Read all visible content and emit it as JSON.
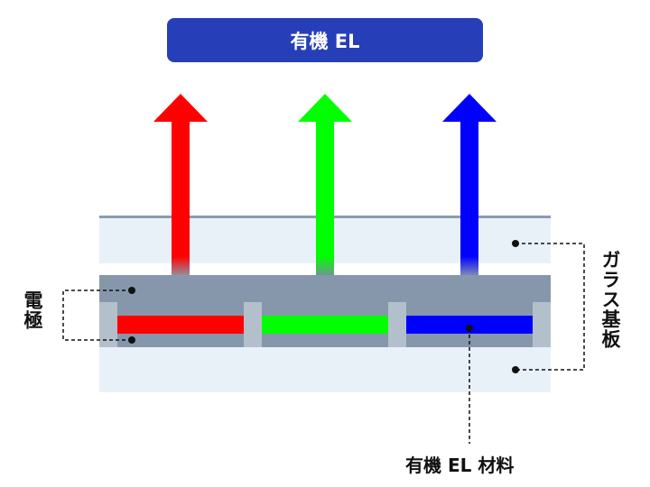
{
  "title": "有機 EL",
  "labels": {
    "electrode": "電極",
    "glass_substrate": "ガラス基板",
    "organic_el_material": "有機 EL 材料"
  },
  "colors": {
    "title_bg": "#263fb8",
    "red": "#ff0000",
    "green": "#00ff00",
    "blue": "#0000ff",
    "electrode": "#8697ab",
    "glass": "#e9f1f8",
    "pillar": "#b3c0cc"
  }
}
